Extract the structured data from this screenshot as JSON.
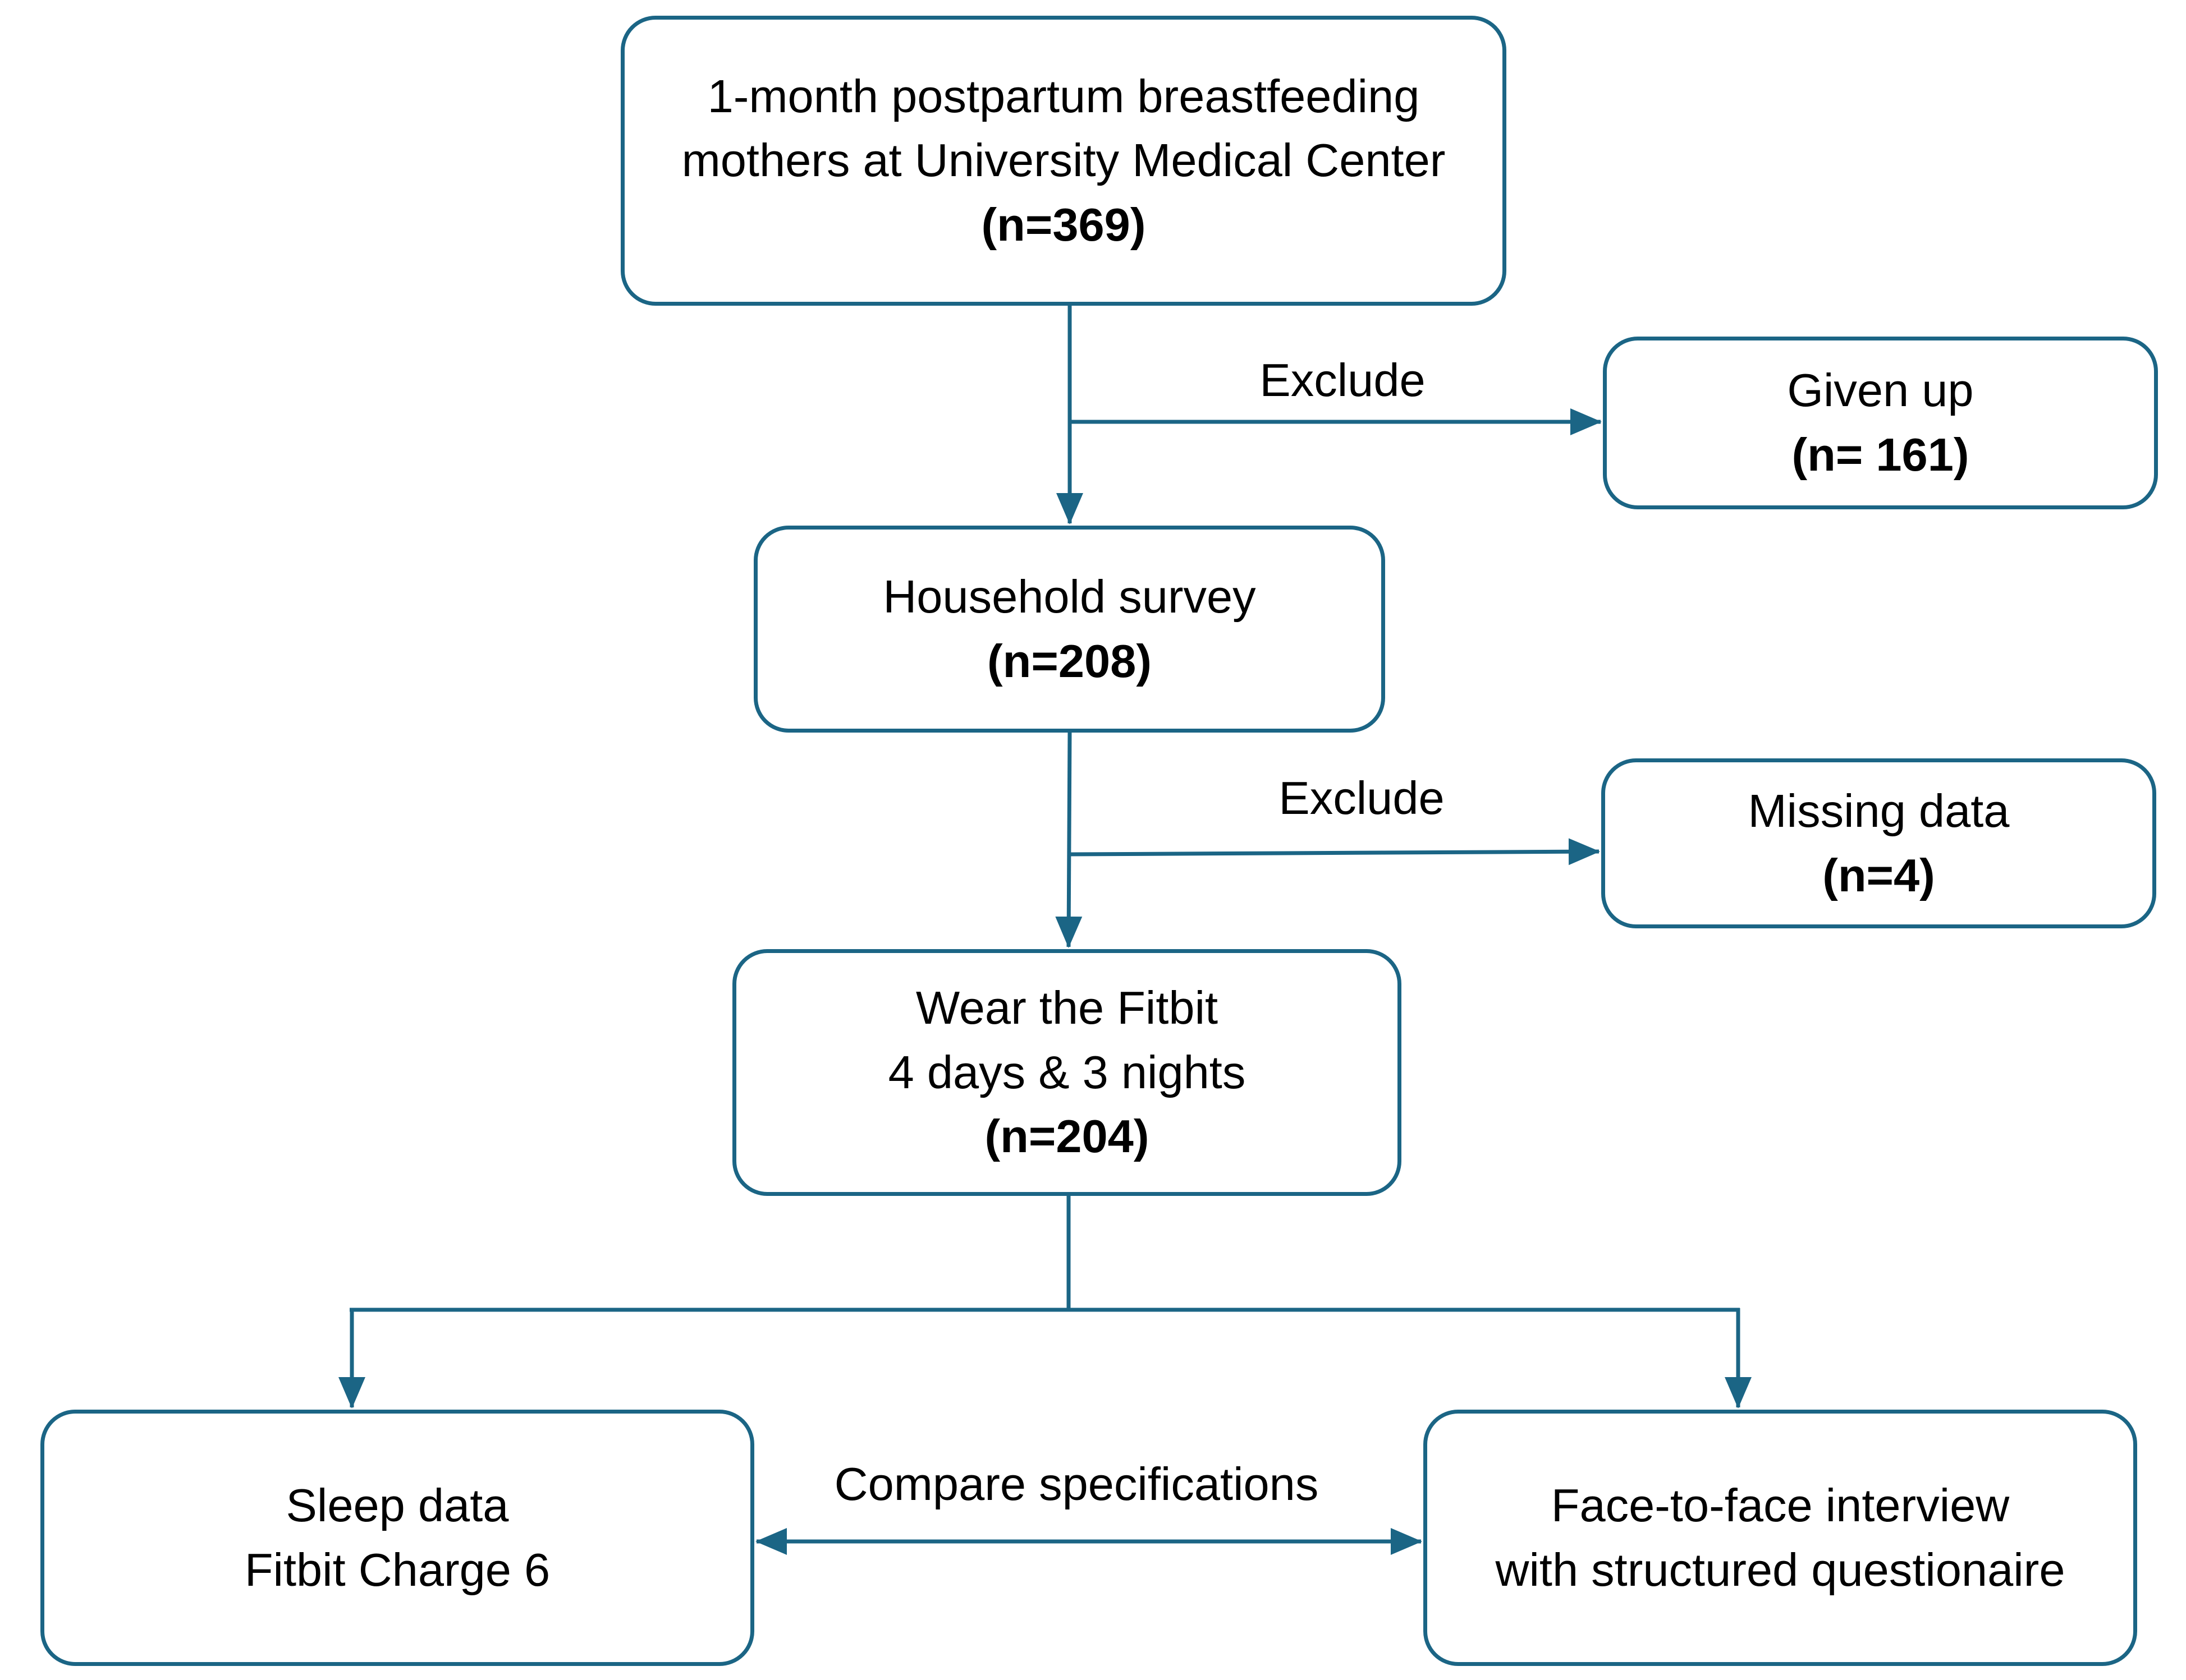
{
  "colors": {
    "stroke": "#1b6585",
    "text": "#000000",
    "background": "#ffffff"
  },
  "nodes": {
    "start": {
      "line1": "1-month postpartum breastfeeding",
      "line2": "mothers at University Medical Center",
      "count": "(n=369)"
    },
    "given_up": {
      "line1": "Given up",
      "count": "(n= 161)"
    },
    "survey": {
      "line1": "Household survey",
      "count": "(n=208)"
    },
    "missing": {
      "line1": "Missing data",
      "count": "(n=4)"
    },
    "fitbit": {
      "line1": "Wear the Fitbit",
      "line2": "4 days & 3 nights",
      "count": "(n=204)"
    },
    "sleep": {
      "line1": "Sleep data",
      "line2": "Fitbit Charge 6"
    },
    "interview": {
      "line1": "Face-to-face interview",
      "line2": "with structured questionaire"
    }
  },
  "edge_labels": {
    "exclude_1": "Exclude",
    "exclude_2": "Exclude",
    "compare": "Compare specifications"
  }
}
